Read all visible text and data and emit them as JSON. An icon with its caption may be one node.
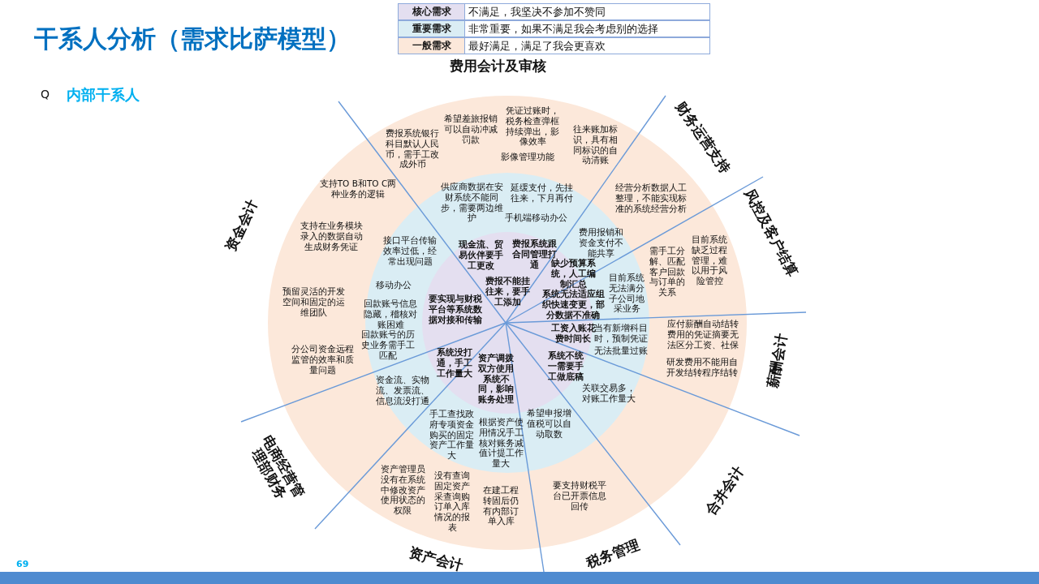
{
  "diagram": {
    "title": "干系人分析（需求比萨模型）",
    "labels": [
      "不满足，我坚决不参加不赞同",
      "非常重要，如果不满足我会考虑别的选择",
      "最好满足，满足了我会更喜欢",
      "费用会计及审核",
      "Q",
      "内部干系人",
      "财务运营支持",
      "凭证过账时，税务检查弹框持续弹出，影像效率",
      "希望差旅报销可以自动冲减罚款",
      "往来账加标识，具有相同标识的自动清账",
      "费报系统银行科目默认人民币，需手工改成外币",
      "影像管理功能",
      "支持TO B和TO C两种业务的逻辑",
      "供应商数据在安财系统不能同步，需要两边维护",
      "延缓支付，先挂往来，下月再付",
      "经营分析数据人工整理，不能实现标准的系统经营分析",
      "风控及客户结算",
      "资金会计",
      "手机端移动办公",
      "支持在业务模块录入的数据自动生成财务凭证",
      "费用报销和资金支付不能共享",
      "接口平台传输效率过低，经常出现问题",
      "现金流、贸易伙伴要手工更改",
      "费报系统跟合同管理打通",
      "目前系统缺乏过程管理，难以用于风险管控",
      "需手工分解、匹配客户回款与订单的关系",
      "缺少预算系统，人工编制汇总",
      "费报不能挂往来，要手工添加",
      "目前系统无法满分子公司地采业务",
      "移动办公",
      "预留灵活的开发空间和固定的运维团队",
      "系统无法适应组织快速变更，部分数据不准确",
      "要实现与财税平台等系统数据对接和传输",
      "回款账号信息隐藏，稽核对账困难",
      "工资入账花费时间长",
      "当有新增科目时，预制凭证",
      "应付薪酬自动结转费用的凭证摘要无法区分工资、社保",
      "薪酬会计",
      "回款账号的历史业务需手工匹配",
      "分公司资金远程监管的效率和质量问题",
      "系统没打通，手工工作量大",
      "资产调拨双方使用系统不同，影响账务处理",
      "系统不统一需要手工做底稿",
      "无法批量过账",
      "研发费用不能用自开发结转程序结转",
      "资金流、实物流、发票流、信息流没打通",
      "关联交易多，对账工作量大",
      "手工查找政府专项资金购买的固定资产工作量大",
      "根据资产使用情况手工核对账务减值计提工作量大",
      "希望申报增值税可以自动取数",
      "电商经营管理部财务",
      "资产管理员没有在系统中修改资产使用状态的权限",
      "没有查询固定资产采查询购订单入库情况的报表",
      "合并会计",
      "在建工程转固后仍有内部订单入库",
      "要支持财税平台已开票信息回传",
      "资产会计",
      "税务管理",
      "69"
    ],
    "legend": [
      {
        "text": "核心需求",
        "color": "#e4dff0"
      },
      {
        "text": "重要需求",
        "color": "#daedf4"
      },
      {
        "text": "一般需求",
        "color": "#fce8da"
      }
    ]
  }
}
